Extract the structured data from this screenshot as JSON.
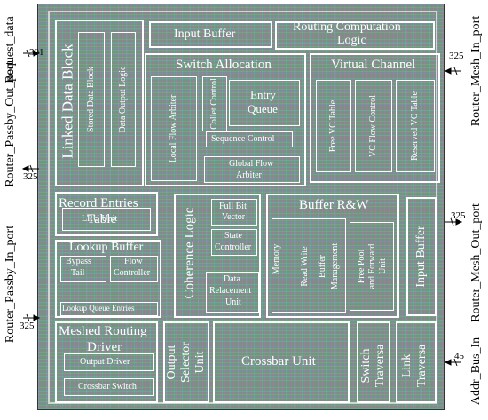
{
  "blocks": {
    "input_buffer_top": "Input Buffer",
    "routing_computation_line1": "Routing Computation",
    "routing_computation_line2": "Logic",
    "linked_data_block": "Linked Data Block",
    "stored_data_block": "Stored Data Block",
    "data_output_logic": "Data Output Logic",
    "switch_allocation": "Switch Allocation",
    "local_flow_arbiter": "Local Flow Arbiter",
    "collect_control": "Collet Control",
    "entry_queue_line1": "Entry",
    "entry_queue_line2": "Queue",
    "sequence_control": "Sequence Control",
    "global_flow_arbiter_line1": "Global Flow",
    "global_flow_arbiter_line2": "Arbiter",
    "virtual_channel": "Virtual Channel",
    "free_vc_table": "Free VC Table",
    "vc_flow_control": "VC Flow Control",
    "reserved_vc_table": "Reserved VC Table",
    "record_entries_line1": "Record Entries",
    "record_entries_line2": "Table",
    "lru_unit": "LRU Unit",
    "coherence_logic": "Coherence Logic",
    "full_bit_vector_line1": "Full Bit",
    "full_bit_vector_line2": "Vector",
    "state_controller_line1": "State",
    "state_controller_line2": "Controller",
    "data_replacement_line1": "Data",
    "data_replacement_line2": "Relacement",
    "data_replacement_line3": "Unit",
    "buffer_rw": "Buffer R&W",
    "memory_col": "Memory",
    "read_write_col": "Read Write",
    "buffer_col": "Buffer",
    "management_col": "Management",
    "free_pool_line1": "Free Pool",
    "free_pool_line2": "and Forward",
    "free_pool_line3": "Unit",
    "input_buffer_right": "Input Buffer",
    "lookup_buffer": "Lookup Buffer",
    "bypass_line1": "Bypass",
    "bypass_line2": "Tail",
    "flow_controller_line1": "Flow",
    "flow_controller_line2": "Controller",
    "lookup_queue_entries": "Lookup Queue Entries",
    "meshed_routing_line1": "Meshed Routing",
    "meshed_routing_line2": "Driver",
    "output_driver": "Output Driver",
    "crossbar_switch": "Crossbar Switch",
    "output_selector_line1": "Output",
    "output_selector_line2": "Selector",
    "output_selector_line3": "Unit",
    "crossbar_unit": "Crossbar Unit",
    "switch_traversal_line1": "Switch",
    "switch_traversal_line2": "Traversa",
    "link_traversal_line1": "Link",
    "link_traversal_line2": "Traversa"
  },
  "ports": {
    "request_data": "Request_data",
    "request_data_width": "301",
    "passby_out": "Router_Passby_Out_port",
    "passby_out_width": "325",
    "passby_in": "Router_Passby_In_port",
    "passby_in_width": "325",
    "mesh_in": "Router_Mesh_In_port",
    "mesh_in_width": "325",
    "mesh_out": "Router_Mesh_Out_port",
    "mesh_out_width": "325",
    "addr_bus": "Addr_Bus_In",
    "addr_bus_width": "45"
  }
}
